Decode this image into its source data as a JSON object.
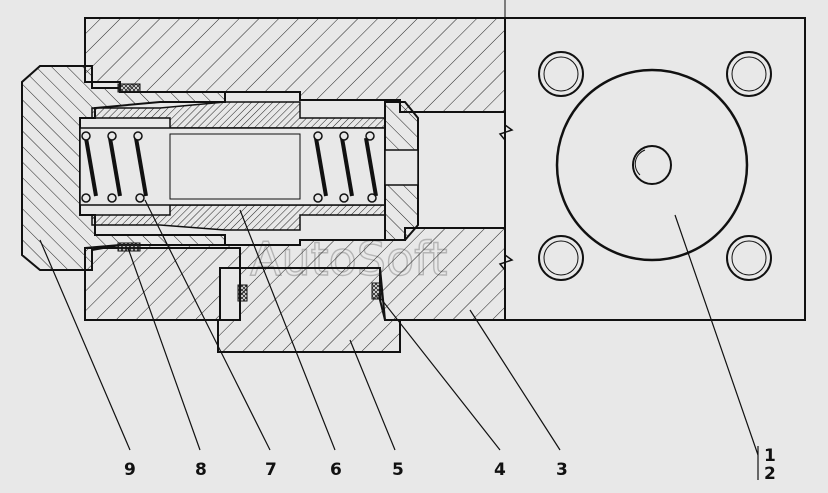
{
  "watermark": "AutoSoft",
  "callouts": [
    "9",
    "8",
    "7",
    "6",
    "5",
    "4",
    "3",
    "1",
    "2"
  ],
  "colors": {
    "background": "#e8e8e8",
    "line": "#111111",
    "hatch": "#222222"
  }
}
